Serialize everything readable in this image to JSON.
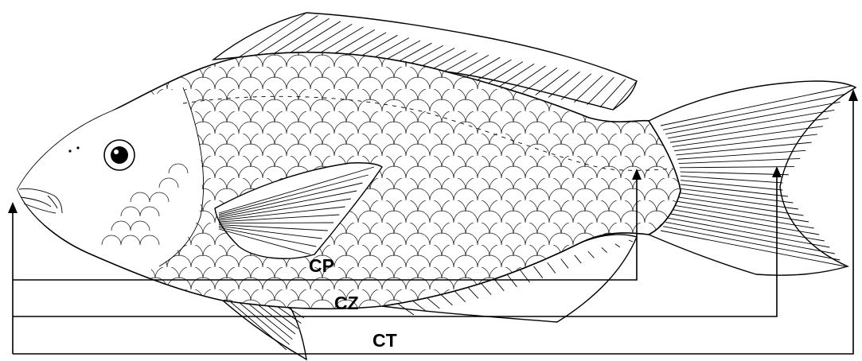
{
  "figure": {
    "subject": "parrotfish",
    "measurements": [
      {
        "key": "CP",
        "label": "CP"
      },
      {
        "key": "CZ",
        "label": "CZ"
      },
      {
        "key": "CT",
        "label": "CT"
      }
    ]
  }
}
